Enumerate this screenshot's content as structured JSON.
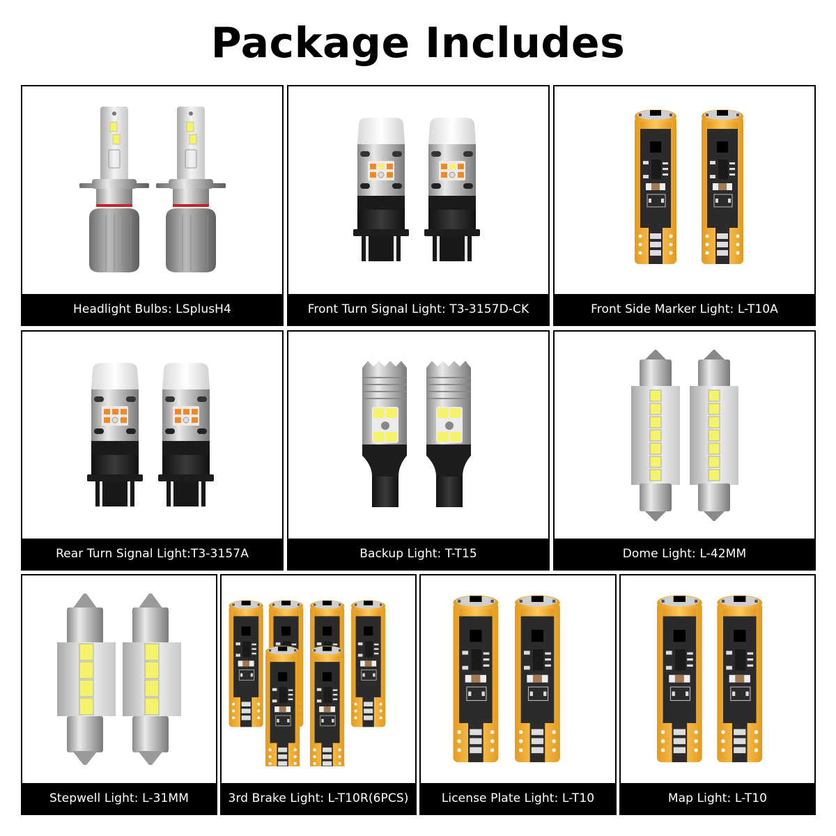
{
  "title": "Package Includes",
  "colors": {
    "caption_bg": "#000000",
    "caption_text": "#ffffff",
    "border": "#000000",
    "pcb_gold": "#f2b035",
    "pcb_black": "#2b2b2b",
    "led_amber": "#f7871f",
    "led_white": "#f4f36a",
    "led_red": "#c8232b",
    "socket_black": "#1c1c1c",
    "chrome": "#bfbfbf"
  },
  "panels": [
    {
      "caption": "Headlight Bulbs: LSplusH4",
      "icon": "h4-headlight-bulb-icon",
      "quantity": 2
    },
    {
      "caption": "Front Turn Signal Light: T3-3157D-CK",
      "icon": "3157-switchback-bulb-icon",
      "quantity": 2
    },
    {
      "caption": "Front Side Marker Light: L-T10A",
      "icon": "t10-amber-wedge-bulb-icon",
      "quantity": 2
    },
    {
      "caption": "Rear Turn Signal Light:T3-3157A",
      "icon": "3157-amber-bulb-icon",
      "quantity": 2
    },
    {
      "caption": "Backup Light: T-T15",
      "icon": "t15-reverse-bulb-icon",
      "quantity": 2
    },
    {
      "caption": "Dome Light: L-42MM",
      "icon": "42mm-festoon-bulb-icon",
      "quantity": 2
    },
    {
      "caption": "Stepwell Light: L-31MM",
      "icon": "31mm-festoon-bulb-icon",
      "quantity": 2
    },
    {
      "caption": "3rd Brake Light: L-T10R(6PCS)",
      "icon": "t10-red-wedge-bulb-icon",
      "quantity": 6
    },
    {
      "caption": "License Plate Light: L-T10",
      "icon": "t10-white-wedge-bulb-icon",
      "quantity": 2
    },
    {
      "caption": "Map Light: L-T10",
      "icon": "t10-white-wedge-bulb-icon",
      "quantity": 2
    }
  ]
}
